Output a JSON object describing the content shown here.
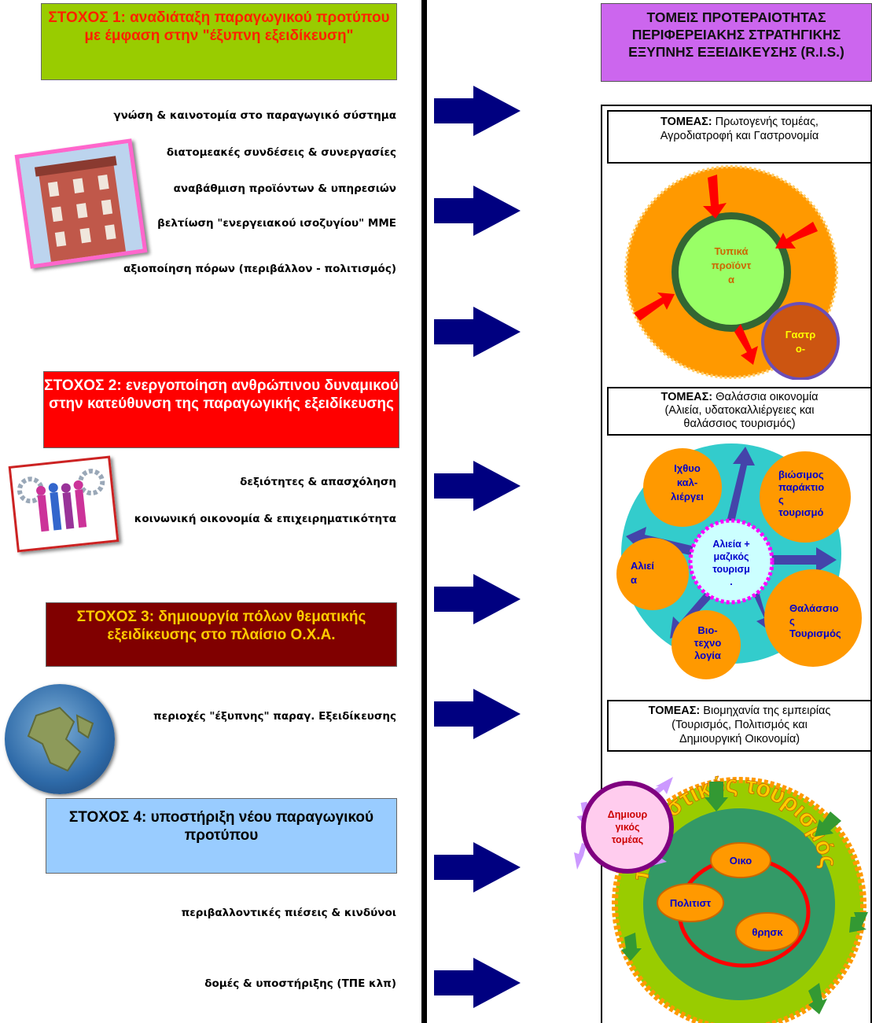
{
  "goals": [
    {
      "label": "ΣΤΟΧΟΣ 1: αναδιάταξη παραγωγικού προτύπου με έμφαση στην \"έξυπνη εξειδίκευση\""
    },
    {
      "label": "ΣΤΟΧΟΣ 2: ενεργοποίηση ανθρώπινου δυναμικού στην κατεύθυνση της παραγωγικής εξειδίκευσης"
    },
    {
      "label": "ΣΤΟΧΟΣ 3: δημιουργία πόλων θεματικής εξειδίκευσης στο πλαίσιο Ο.Χ.Α."
    },
    {
      "label": "ΣΤΟΧΟΣ 4: υποστήριξη νέου παραγωγικού προτύπου"
    }
  ],
  "goal1_items": [
    "γνώση & καινοτομία στο παραγωγικό σύστημα",
    "διατομεακές συνδέσεις & συνεργασίες",
    "αναβάθμιση προϊόντων & υπηρεσιών",
    "βελτίωση \"ενεργειακού ισοζυγίου\" ΜΜΕ",
    "αξιοποίηση  πόρων (περιβάλλον - πολιτισμός)"
  ],
  "goal2_items": [
    "δεξιότητες & απασχόληση",
    "κοινωνική οικονομία & επιχειρηματικότητα"
  ],
  "goal3_items": [
    "περιοχές \"έξυπνης\" παραγ. Εξειδίκευσης"
  ],
  "goal4_items": [
    "περιβαλλοντικές πιέσεις & κινδύνοι",
    "δομές & υποστήριξης (ΤΠΕ κλπ)"
  ],
  "ris_header": "ΤΟΜΕΙΣ ΠΡΟΤΕΡΑΙΟΤΗΤΑΣ ΠΕΡΙΦΕΡΕΙΑΚΗΣ ΣΤΡΑΤΗΓΙΚΗΣ ΕΞΥΠΝΗΣ ΕΞΕΙΔΙΚΕΥΣΗΣ (R.I.S.)",
  "sector_prefix": "ΤΟΜΕΑΣ:",
  "sectors": [
    {
      "line1": " Πρωτογενής τομέας,",
      "line2": "Αγροδιατροφή και Γαστρονομία",
      "line3": ""
    },
    {
      "line1": " Θαλάσσια οικονομία",
      "line2": "(Αλιεία, υδατοκαλλιέργειες και",
      "line3": "θαλάσσιος τουρισμός)"
    },
    {
      "line1": " Βιομηχανία της εμπειρίας",
      "line2": "(Τουρισμός, Πολιτισμός και",
      "line3": "Δημιουργική Οικονομία)"
    }
  ],
  "diagram1": {
    "inner": [
      "Τυπικά",
      "προϊόντ",
      "α"
    ],
    "badge": [
      "Γαστρ",
      "ο-"
    ]
  },
  "diagram2": {
    "center": [
      "Αλιεία +",
      "μαζικός",
      "τουρισμ",
      "."
    ],
    "nodes": {
      "aquaculture": [
        "Ιχθυο",
        "καλ-",
        "λιέργει"
      ],
      "coastal": [
        "βιώσιμος",
        "παράκτιο",
        "ς",
        "τουρισμό"
      ],
      "fishing": [
        "Αλιεί",
        "α"
      ],
      "marine": [
        "Θαλάσσιο",
        "ς",
        "Τουρισμός"
      ],
      "biotech": [
        "Βιο-",
        "τεχνο",
        "λογία"
      ]
    }
  },
  "diagram3": {
    "creative": [
      "Δημιουρ",
      "γικός",
      "τομέας"
    ],
    "arc_text": "πολιτιστικός τουρισμός",
    "inner": [
      "Οικο",
      "Πολιτιστ",
      "θρησκ"
    ]
  },
  "colors": {
    "goal1": "#99cc00",
    "goal2": "#ff0000",
    "goal3": "#800000",
    "goal4": "#99ccff",
    "header": "#cc66ee",
    "arrow": "#000080",
    "orange": "#ff9900",
    "teal": "#33cccc",
    "green": "#99cc00",
    "dark_green": "#339966"
  }
}
